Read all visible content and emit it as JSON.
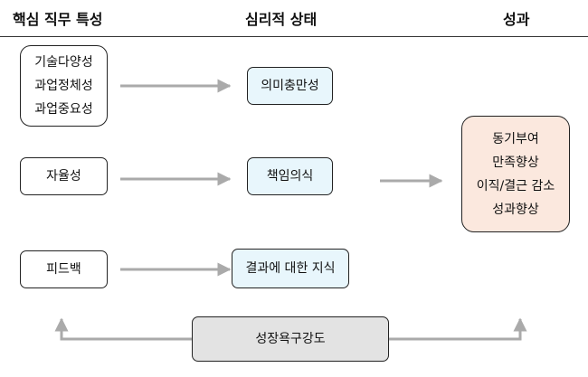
{
  "headers": {
    "core": "핵심 직무 특성",
    "psych": "심리적  상태",
    "outcome": "성과"
  },
  "core": {
    "skill_variety": "기술다양성",
    "task_identity": "과업정체성",
    "task_significance": "과업중요성",
    "autonomy": "자율성",
    "feedback": "피드백"
  },
  "psych": {
    "meaningfulness": "의미충만성",
    "responsibility": "책임의식",
    "knowledge": "결과에 대한 지식"
  },
  "outcomes": {
    "motivation": "동기부여",
    "satisfaction": "만족향상",
    "turnover": "이직/결근 감소",
    "performance": "성과향상"
  },
  "moderator": {
    "label": "성장욕구강도"
  },
  "colors": {
    "arrow": "#aaaaaa",
    "psych_box": "#e8f6fc",
    "outcome_box": "#fbe8de",
    "moderator_box": "#e3e3e3",
    "border": "#222222"
  }
}
